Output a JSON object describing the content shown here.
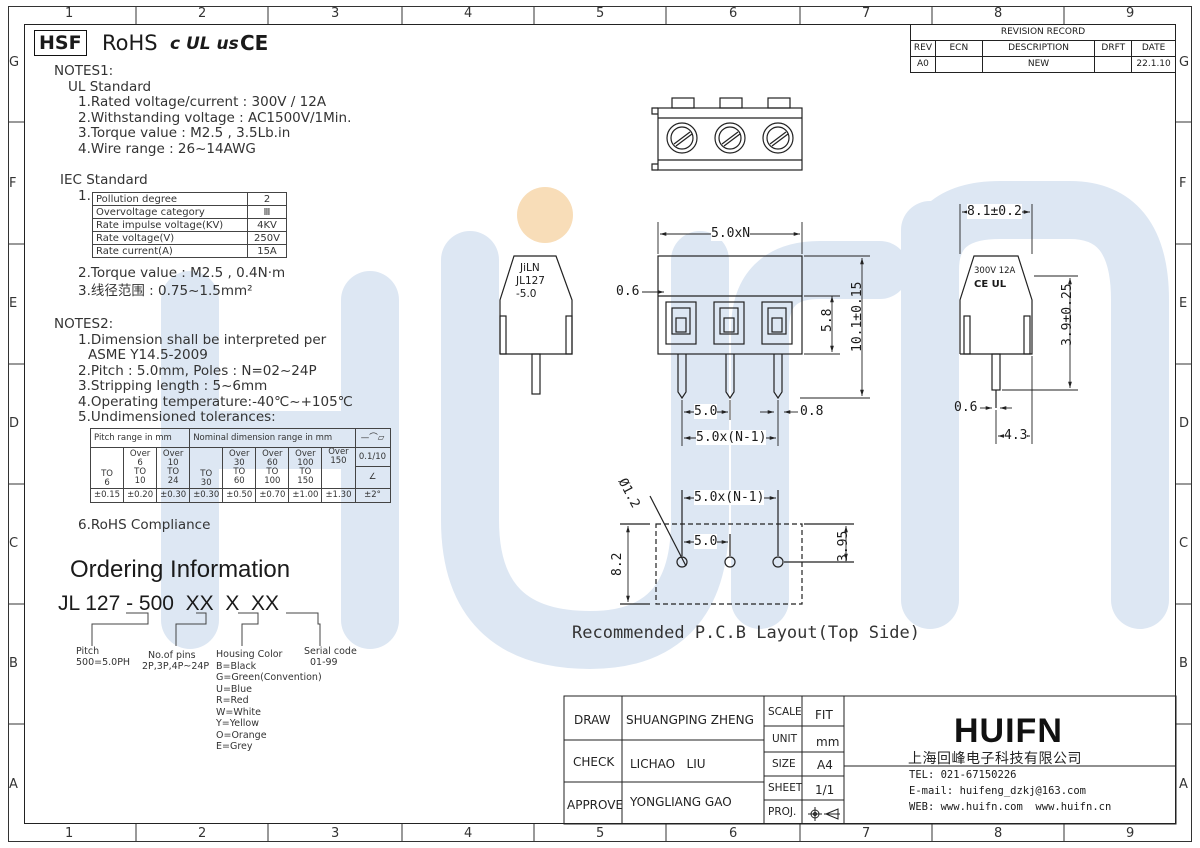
{
  "zones": {
    "cols": [
      "1",
      "2",
      "3",
      "4",
      "5",
      "6",
      "7",
      "8",
      "9"
    ],
    "rows": [
      "G",
      "F",
      "E",
      "D",
      "C",
      "B",
      "A"
    ]
  },
  "certifications": {
    "hsf": "HSF",
    "rohs": "RoHS",
    "ul": "c UL us",
    "ce": "CE"
  },
  "revision": {
    "title": "REVISION RECORD",
    "headers": [
      "REV",
      "ECN",
      "DESCRIPTION",
      "DRFT",
      "DATE"
    ],
    "row": [
      "A0",
      "",
      "NEW",
      "",
      "22.1.10"
    ]
  },
  "notes1": {
    "title": "NOTES1:",
    "ul_title": "UL Standard",
    "ul_items": [
      "1.Rated voltage/current : 300V / 12A",
      "2.Withstanding voltage : AC1500V/1Min.",
      "3.Torque value : M2.5 , 3.5Lb.in",
      "4.Wire range : 26~14AWG"
    ],
    "iec_title": "IEC Standard",
    "iec_num": "1.",
    "iec_table": [
      [
        "Pollution degree",
        "2"
      ],
      [
        "Overvoltage category",
        "Ⅲ"
      ],
      [
        "Rate impulse voltage(KV)",
        "4KV"
      ],
      [
        "Rate voltage(V)",
        "250V"
      ],
      [
        "Rate current(A)",
        "15A"
      ]
    ],
    "iec_items": [
      "2.Torque value : M2.5 , 0.4N·m",
      "3.线径范围 : 0.75~1.5mm²"
    ]
  },
  "notes2": {
    "title": "NOTES2:",
    "items": [
      "1.Dimension shall be interpreted per",
      "ASME Y14.5-2009",
      "2.Pitch : 5.0mm, Poles : N=02~24P",
      "3.Stripping length : 5~6mm",
      "4.Operating temperature:-40℃~+105℃",
      "5.Undimensioned tolerances:"
    ],
    "tol_pitch_head": "Pitch range in mm",
    "tol_nom_head": "Nominal dimension range in mm",
    "tol_sym": "—⌒▱",
    "tol_ranges": [
      "TO\n6",
      "Over\n6\nTO\n10",
      "Over\n10\nTO\n24",
      "TO\n30",
      "Over\n30\nTO\n60",
      "Over\n60\nTO\n100",
      "Over\n100\nTO\n150",
      "Over\n150"
    ],
    "tol_flat": "0.1/10",
    "tol_angle_sym": "∠",
    "tol_values": [
      "±0.15",
      "±0.20",
      "±0.30",
      "±0.30",
      "±0.50",
      "±0.70",
      "±1.00",
      "±1.30",
      "±2°"
    ],
    "rohs": "6.RoHS Compliance"
  },
  "ordering": {
    "title": "Ordering Information",
    "code": "JL 127 - 500  XX  X  XX",
    "pitch_label": "Pitch",
    "pitch_value": "500=5.0PH",
    "pins_label": "No.of pins",
    "pins_value": "2P,3P,4P~24P",
    "housing_label": "Housing Color",
    "housing_values": [
      "B=Black",
      "G=Green(Convention)",
      "U=Blue",
      "R=Red",
      "W=White",
      "Y=Yellow",
      "O=Orange",
      "E=Grey"
    ],
    "serial_label": "Serial code",
    "serial_value": "01-99"
  },
  "drawing": {
    "side_label": [
      "JiLN",
      "JL127",
      "-5.0"
    ],
    "side_right_label": [
      "300V 12A",
      "CE UL"
    ],
    "dims": {
      "width": "5.0xN",
      "height_total": "10.1±0.15",
      "height_body": "5.8",
      "pin_offset": "0.6",
      "pitch": "5.0",
      "pin_width": "0.8",
      "span": "5.0x(N-1)",
      "depth": "8.1±0.2",
      "pin_height": "3.9±0.25",
      "pin_side": "0.6",
      "pin_pos": "4.3",
      "hole": "Ø1.2",
      "pcb_span": "5.0x(N-1)",
      "pcb_pitch": "5.0",
      "pcb_h": "8.2",
      "pcb_y": "3.95"
    },
    "pcb_caption": "Recommended P.C.B Layout(Top Side)"
  },
  "title_block": {
    "draw_label": "DRAW",
    "draw_name": "SHUANGPING ZHENG",
    "check_label": "CHECK",
    "check_name": "LICHAO   LIU",
    "approve_label": "APPROVE",
    "approve_name": "YONGLIANG GAO",
    "scale_label": "SCALE",
    "scale_value": "FIT",
    "unit_label": "UNIT",
    "unit_value": "mm",
    "size_label": "SIZE",
    "size_value": "A4",
    "sheet_label": "SHEET",
    "sheet_value": "1/1",
    "proj_label": "PROJ.",
    "logo": "HUIFN",
    "company": "上海回峰电子科技有限公司",
    "tel": "TEL: 021-67150226",
    "email": "E-mail: huifeng_dzkj@163.com",
    "web": "WEB: www.huifn.com  www.huifn.cn"
  },
  "watermark": "HUIFN",
  "colors": {
    "watermark_blue": "#dde7f3",
    "watermark_orange": "#f8ddb8",
    "line": "#222222"
  }
}
